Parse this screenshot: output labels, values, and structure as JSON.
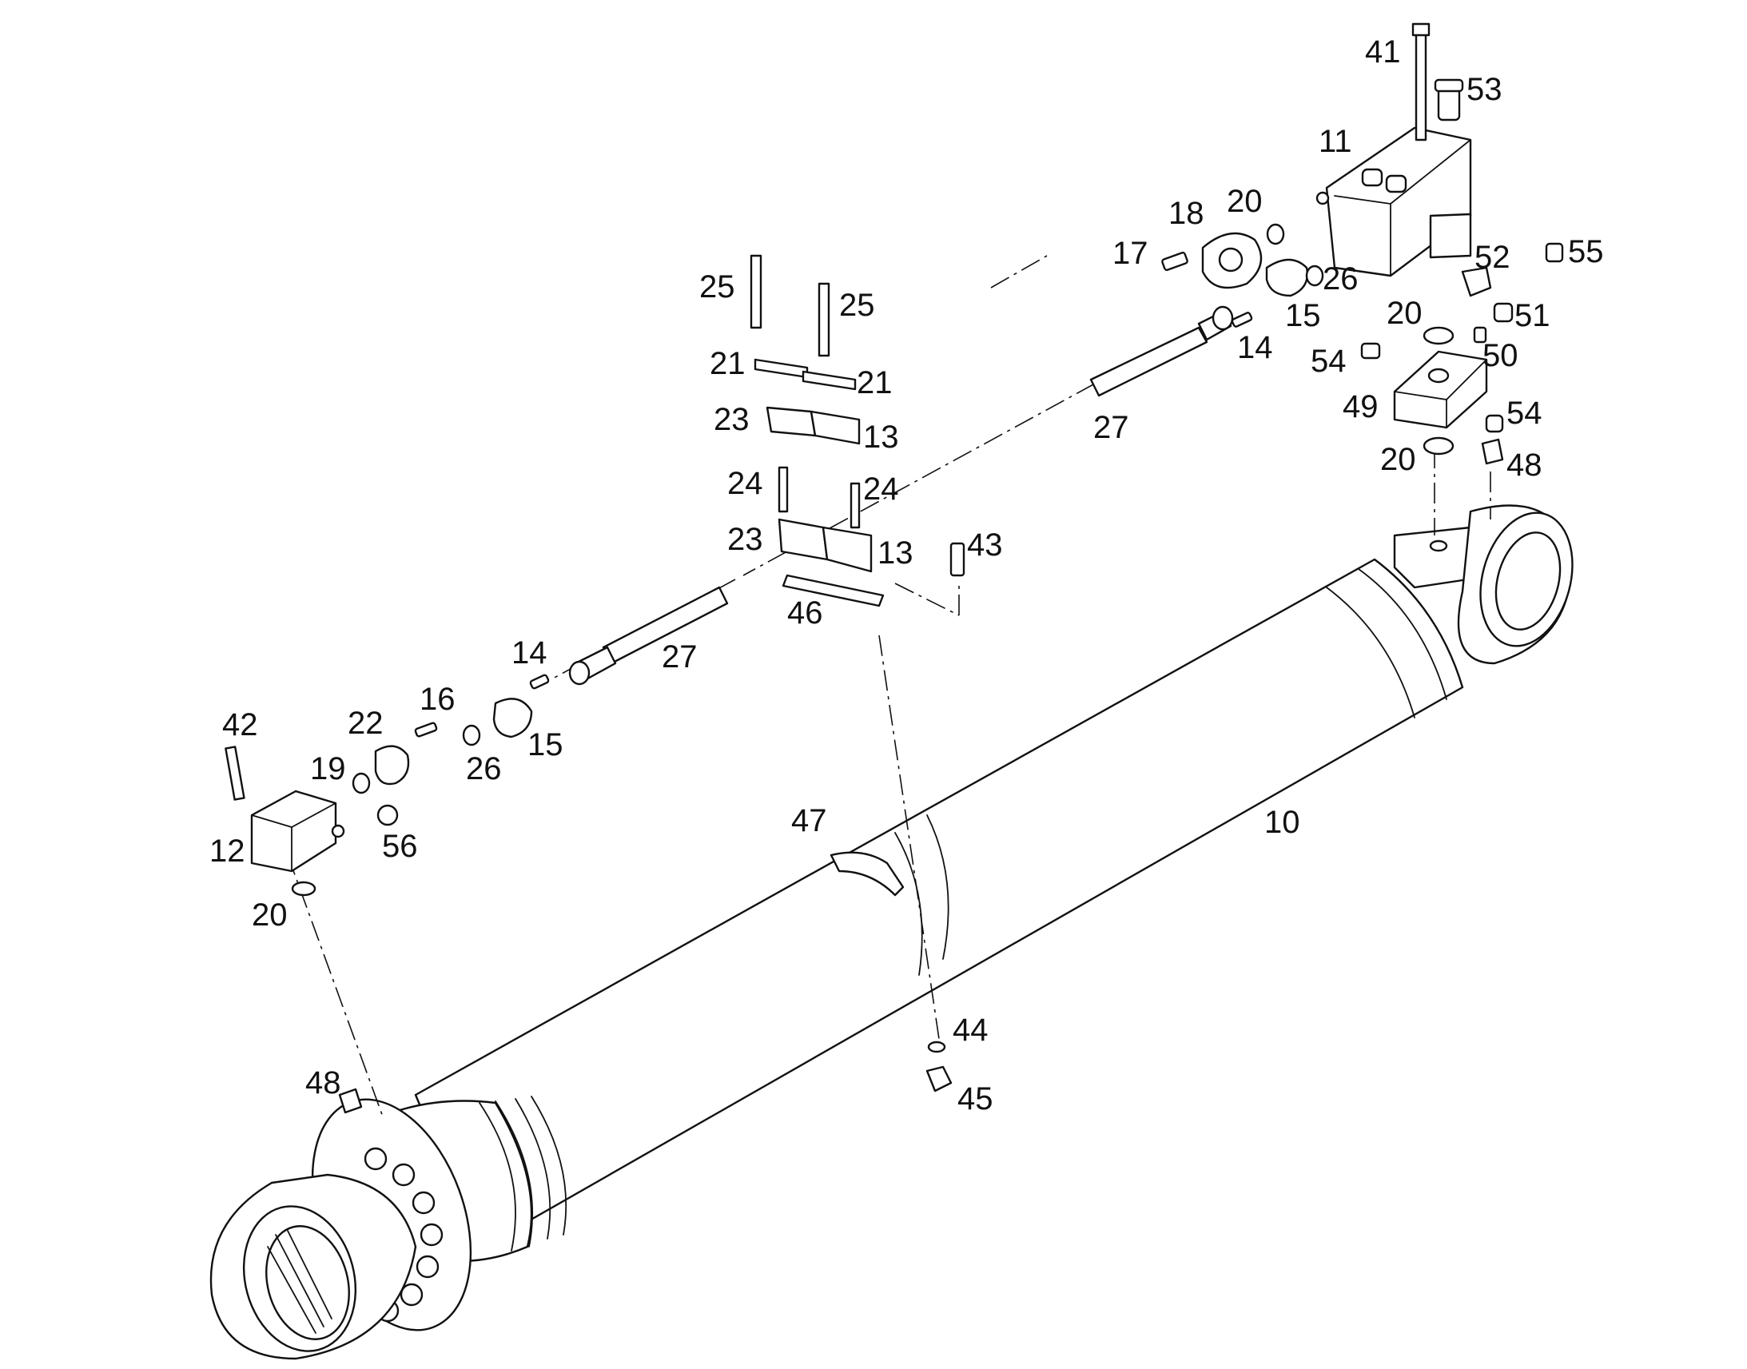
{
  "colors": {
    "line": "#111111",
    "background": "#ffffff"
  },
  "callouts": [
    {
      "id": "c41",
      "text": "41"
    },
    {
      "id": "c53",
      "text": "53"
    },
    {
      "id": "c11",
      "text": "11"
    },
    {
      "id": "c18",
      "text": "18"
    },
    {
      "id": "c20a",
      "text": "20"
    },
    {
      "id": "c17",
      "text": "17"
    },
    {
      "id": "c26a",
      "text": "26"
    },
    {
      "id": "c52",
      "text": "52"
    },
    {
      "id": "c55",
      "text": "55"
    },
    {
      "id": "c15a",
      "text": "15"
    },
    {
      "id": "c20b",
      "text": "20"
    },
    {
      "id": "c51",
      "text": "51"
    },
    {
      "id": "c14a",
      "text": "14"
    },
    {
      "id": "c54a",
      "text": "54"
    },
    {
      "id": "c50",
      "text": "50"
    },
    {
      "id": "c49",
      "text": "49"
    },
    {
      "id": "c54b",
      "text": "54"
    },
    {
      "id": "c20c",
      "text": "20"
    },
    {
      "id": "c48a",
      "text": "48"
    },
    {
      "id": "c27a",
      "text": "27"
    },
    {
      "id": "c25a",
      "text": "25"
    },
    {
      "id": "c25b",
      "text": "25"
    },
    {
      "id": "c21a",
      "text": "21"
    },
    {
      "id": "c21b",
      "text": "21"
    },
    {
      "id": "c23a",
      "text": "23"
    },
    {
      "id": "c13a",
      "text": "13"
    },
    {
      "id": "c24a",
      "text": "24"
    },
    {
      "id": "c24b",
      "text": "24"
    },
    {
      "id": "c23b",
      "text": "23"
    },
    {
      "id": "c13b",
      "text": "13"
    },
    {
      "id": "c43",
      "text": "43"
    },
    {
      "id": "c46",
      "text": "46"
    },
    {
      "id": "c27b",
      "text": "27"
    },
    {
      "id": "c14b",
      "text": "14"
    },
    {
      "id": "c42",
      "text": "42"
    },
    {
      "id": "c22",
      "text": "22"
    },
    {
      "id": "c16",
      "text": "16"
    },
    {
      "id": "c19",
      "text": "19"
    },
    {
      "id": "c26b",
      "text": "26"
    },
    {
      "id": "c15b",
      "text": "15"
    },
    {
      "id": "c12",
      "text": "12"
    },
    {
      "id": "c56",
      "text": "56"
    },
    {
      "id": "c20d",
      "text": "20"
    },
    {
      "id": "c47",
      "text": "47"
    },
    {
      "id": "c10",
      "text": "10"
    },
    {
      "id": "c44",
      "text": "44"
    },
    {
      "id": "c45",
      "text": "45"
    },
    {
      "id": "c48b",
      "text": "48"
    }
  ]
}
